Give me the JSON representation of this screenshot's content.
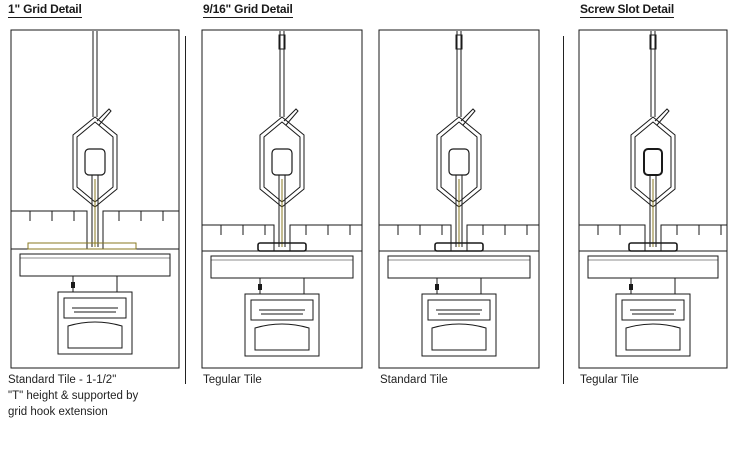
{
  "sections": [
    {
      "title": "1\" Grid Detail"
    },
    {
      "title": "9/16\" Grid Detail"
    },
    {
      "title": "Screw Slot Detail"
    }
  ],
  "panels": [
    {
      "caption_lines": [
        "Standard Tile - 1-1/2\"",
        "\"T\" height & supported by",
        "grid hook extension"
      ]
    },
    {
      "caption_lines": [
        "Tegular Tile"
      ]
    },
    {
      "caption_lines": [
        "Standard Tile"
      ]
    },
    {
      "caption_lines": [
        "Tegular Tile"
      ]
    }
  ],
  "colors": {
    "line": "#1a1a1a",
    "accent": "#8a7a20",
    "background": "#ffffff"
  }
}
